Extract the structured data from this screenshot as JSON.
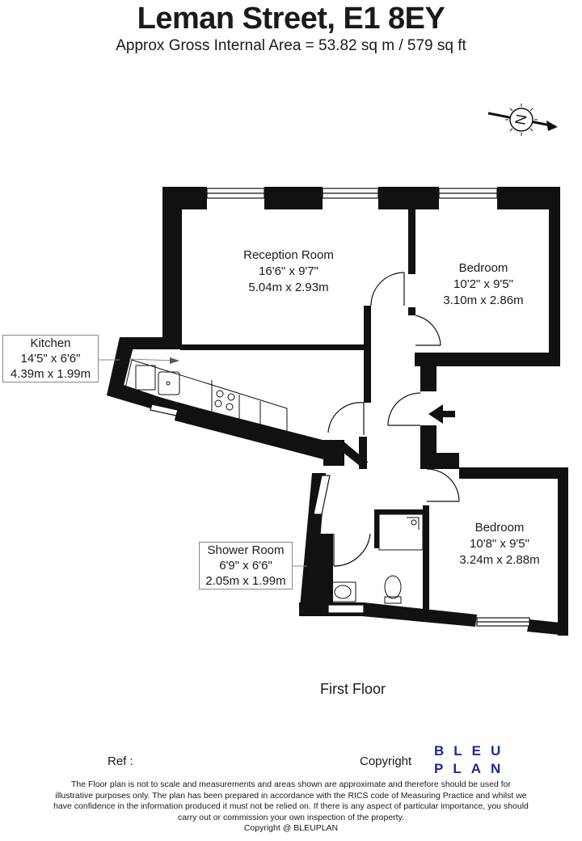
{
  "header": {
    "title": "Leman Street, E1 8EY",
    "subtitle": "Approx Gross Internal Area = 53.82 sq m / 579 sq ft"
  },
  "compass": {
    "label": "N",
    "icon": "north-arrow-icon"
  },
  "rooms": {
    "reception": {
      "name": "Reception Room",
      "imperial": "16'6\" x 9'7\"",
      "metric": "5.04m x 2.93m"
    },
    "bedroom1": {
      "name": "Bedroom",
      "imperial": "10'2\" x 9'5\"",
      "metric": "3.10m x 2.86m"
    },
    "kitchen": {
      "name": "Kitchen",
      "imperial": "14'5\" x 6'6\"",
      "metric": "4.39m x 1.99m"
    },
    "shower": {
      "name": "Shower Room",
      "imperial": "6'9\" x 6'6\"",
      "metric": "2.05m x 1.99m"
    },
    "bedroom2": {
      "name": "Bedroom",
      "imperial": "10'8\" x 9'5\"",
      "metric": "3.24m x 2.88m"
    }
  },
  "floor_label": "First Floor",
  "footer": {
    "ref_label": "Ref  :",
    "copyright_label": "Copyright",
    "brand_line1": "BLEU",
    "brand_line2": "PLAN",
    "brand_color": "#1d2a8c",
    "disclaimer_1": "The Floor plan is not to scale and measurements and areas shown are approximate and therefore should be used for",
    "disclaimer_2": "illustrative purposes only. The plan has been prepared in accordance with the RICS code of Measuring Practice and whilst we",
    "disclaimer_3": "have confidence in the information produced it must not be relied on. If there is any aspect of particular importance, you should",
    "disclaimer_4": "carry out or commission your own inspection of the property.",
    "copyright_line": "Copyright @ BLEUPLAN"
  }
}
